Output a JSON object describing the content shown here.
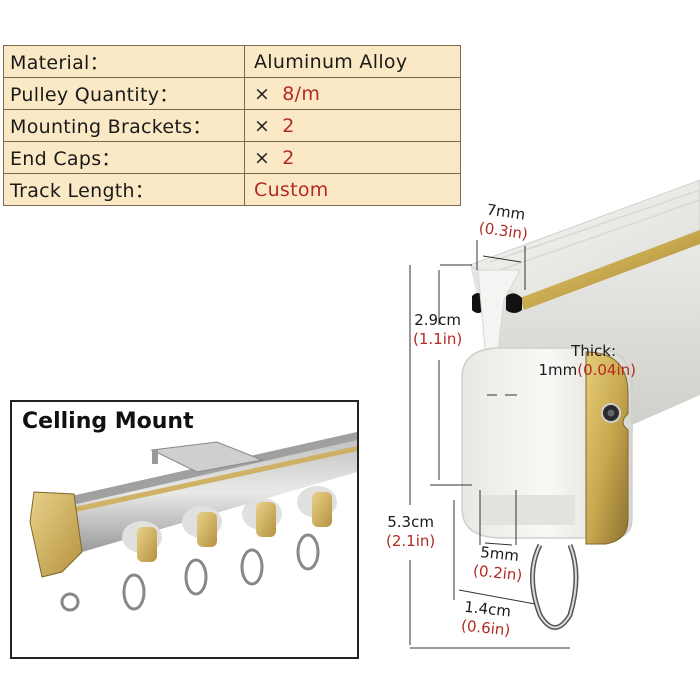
{
  "spec_table": {
    "rows": [
      {
        "label": "Material：",
        "prefix": "",
        "value": "Aluminum Alloy",
        "value_color": "#1a1a1a"
      },
      {
        "label": "Pulley Quantity：",
        "prefix": "×",
        "value": "8/m",
        "value_color": "#b32a22"
      },
      {
        "label": "Mounting Brackets：",
        "prefix": "×",
        "value": "2",
        "value_color": "#b32a22"
      },
      {
        "label": "End Caps：",
        "prefix": "×",
        "value": "2",
        "value_color": "#b32a22"
      },
      {
        "label": "Track Length：",
        "prefix": "",
        "value": "Custom",
        "value_color": "#b32a22"
      }
    ],
    "background": "#fbe9c6"
  },
  "dimensions": {
    "top_width": {
      "metric": "7mm",
      "imperial": "(0.3in)"
    },
    "track_height": {
      "metric": "2.9cm",
      "imperial": "(1.1in)"
    },
    "thickness": {
      "label": "Thick:",
      "metric": "1mm",
      "imperial": "(0.04in)"
    },
    "total_height": {
      "metric": "5.3cm",
      "imperial": "(2.1in)"
    },
    "slot_width": {
      "metric": "5mm",
      "imperial": "(0.2in)"
    },
    "pulley_width": {
      "metric": "1.4cm",
      "imperial": "(0.6in)"
    }
  },
  "inset": {
    "title": "Celling Mount"
  },
  "colors": {
    "accent_red": "#b32a22",
    "gold": "#c9a94f",
    "track_white": "#eeeeec"
  }
}
